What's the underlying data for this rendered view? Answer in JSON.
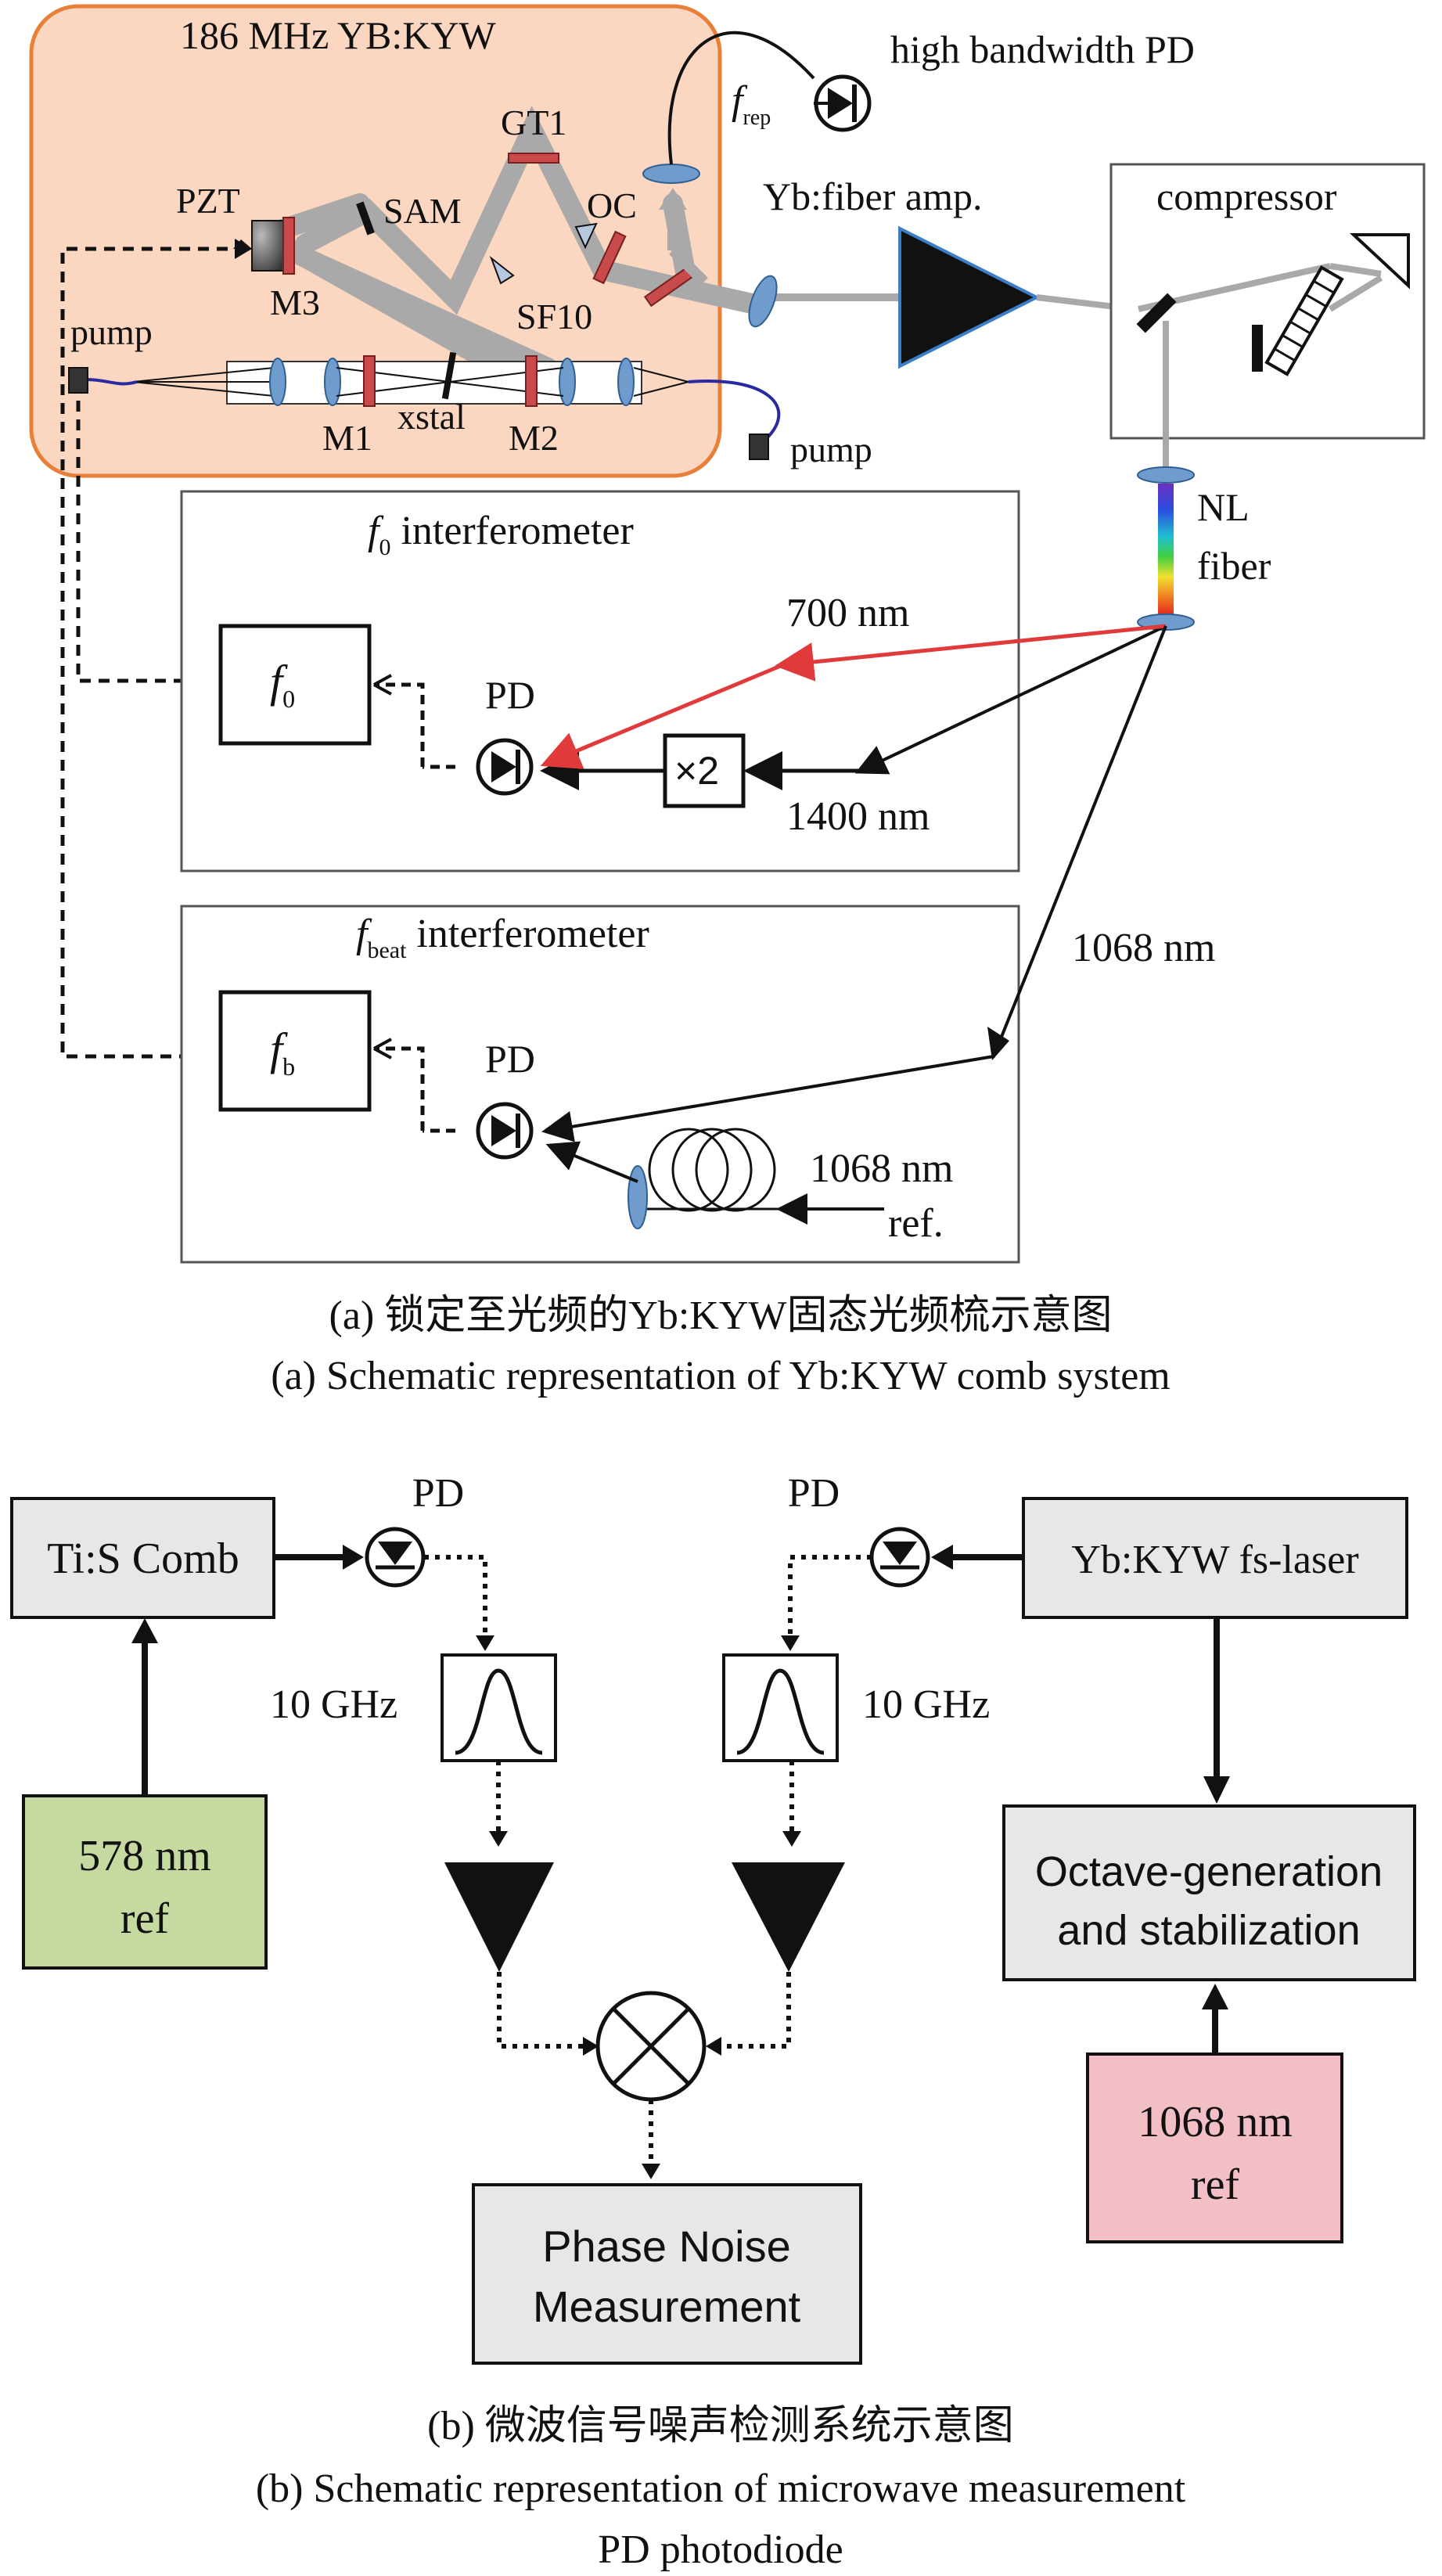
{
  "panel_a": {
    "laser_title": "186 MHz YB:KYW",
    "components": {
      "gt1": "GT1",
      "pzt": "PZT",
      "sam": "SAM",
      "oc": "OC",
      "m3": "M3",
      "sf10": "SF10",
      "pump_left": "pump",
      "pump_right": "pump",
      "m1": "M1",
      "xstal": "xstal",
      "m2": "M2",
      "frep_main": "f",
      "frep_sub": "rep",
      "pd_high_bw": "high bandwidth PD",
      "fiber_amp": "Yb:fiber amp.",
      "compressor": "compressor",
      "nl_fiber_line1": "NL",
      "nl_fiber_line2": "fiber"
    },
    "f0_interferometer": {
      "title_main": "f",
      "title_sub": "0",
      "title_rest": " interferometer",
      "box_main": "f",
      "box_sub": "0",
      "pd": "PD",
      "doubler": "×2",
      "wl_700": "700 nm",
      "wl_1400": "1400 nm"
    },
    "fbeat_interferometer": {
      "title_main": "f",
      "title_sub": "beat",
      "title_rest": " interferometer",
      "box_main": "f",
      "box_sub": "b",
      "pd": "PD",
      "wl_1068_line1": "1068 nm",
      "wl_1068_line2": "ref.",
      "wl_1068_out": "1068 nm"
    },
    "caption_cn": "(a) 锁定至光频的Yb:KYW固态光频梳示意图",
    "caption_en": "(a) Schematic representation of Yb:KYW comb system"
  },
  "panel_b": {
    "tis_comb": "Ti:S Comb",
    "ref_578_line1": "578 nm",
    "ref_578_line2": "ref",
    "pd_left": "PD",
    "pd_right": "PD",
    "filter_left": "10 GHz",
    "filter_right": "10 GHz",
    "yb_laser": "Yb:KYW fs-laser",
    "octave_line1": "Octave-generation",
    "octave_line2": "and stabilization",
    "ref_1068_line1": "1068 nm",
    "ref_1068_line2": "ref",
    "phase_noise_line1": "Phase Noise",
    "phase_noise_line2": "Measurement",
    "caption_cn": "(b) 微波信号噪声检测系统示意图",
    "caption_en": "(b) Schematic representation of microwave measurement",
    "caption_note": "PD photodiode"
  },
  "colors": {
    "laser_box_fill": "#fbd6c0",
    "laser_box_stroke": "#e8803a",
    "ref_578_fill": "#c5d9a0",
    "ref_1068_fill": "#f3bfc6",
    "gray_box_fill": "#e8e6e6",
    "beam_gray": "#a9a9a9",
    "red_beam": "#e03a3a",
    "fiber_blue": "#2a2aa0",
    "optic_blue": "#6f9ccc"
  }
}
